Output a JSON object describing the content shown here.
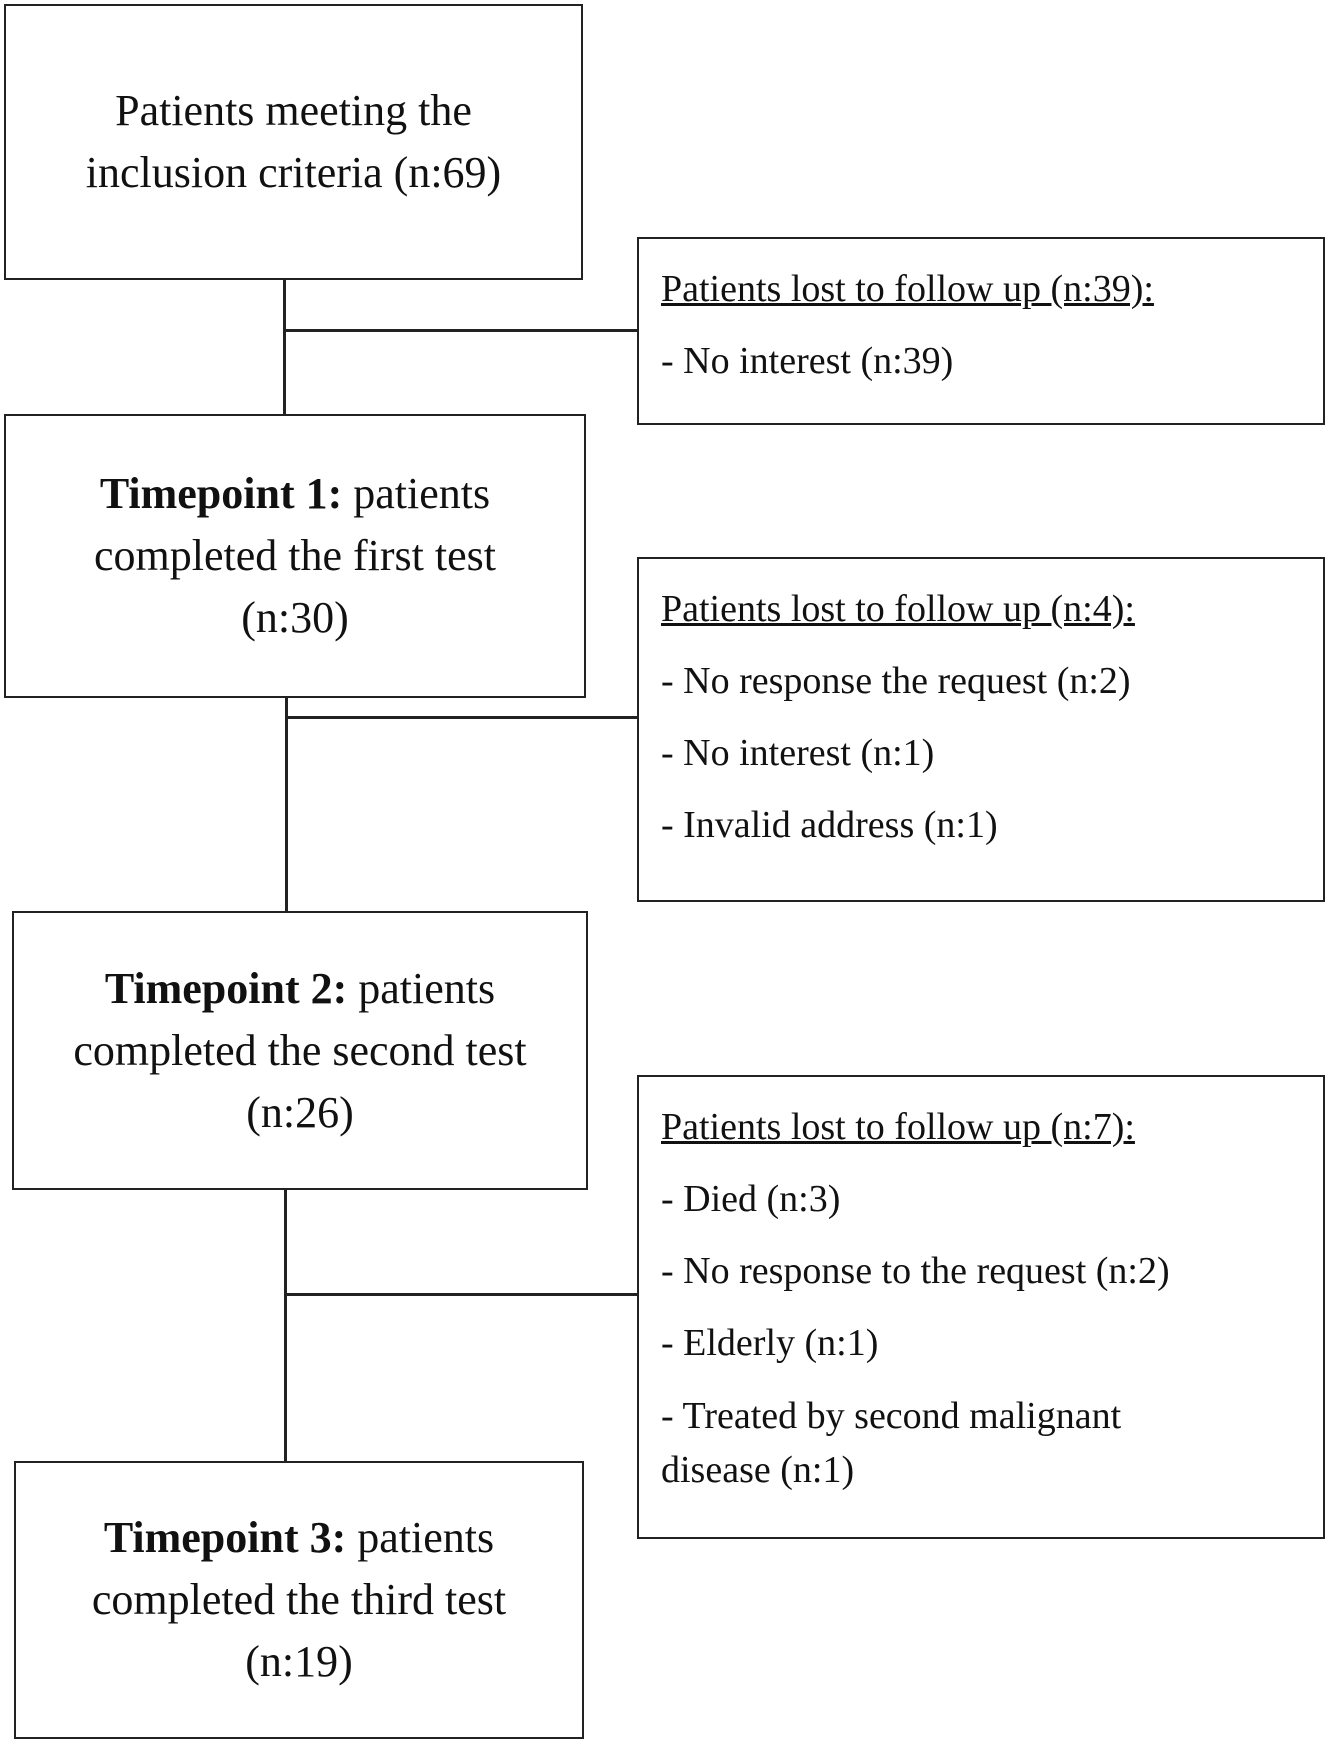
{
  "boxes": {
    "inclusion": {
      "line1": "Patients meeting the",
      "line2": "inclusion criteria (n:69)"
    },
    "timepoint1": {
      "bold": "Timepoint 1:",
      "rest": " patients",
      "line2": "completed the first test",
      "line3": "(n:30)"
    },
    "timepoint2": {
      "bold": "Timepoint 2:",
      "rest": " patients",
      "line2": "completed the second test",
      "line3": "(n:26)"
    },
    "timepoint3": {
      "bold": "Timepoint 3:",
      "rest": " patients",
      "line2": "completed the third test",
      "line3": "(n:19)"
    }
  },
  "losses": {
    "first": {
      "heading": "Patients lost to follow up (n:39):",
      "items": [
        "- No interest (n:39)"
      ]
    },
    "second": {
      "heading": "Patients lost to follow up (n:4):",
      "items": [
        "- No response the request (n:2)",
        "- No interest (n:1)",
        "- Invalid address (n:1)"
      ]
    },
    "third": {
      "heading": "Patients lost to follow up (n:7):",
      "items": [
        "- Died (n:3)",
        "- No response to the request (n:2)",
        "- Elderly (n:1)",
        "- Treated by second malignant disease (n:1)"
      ]
    }
  }
}
